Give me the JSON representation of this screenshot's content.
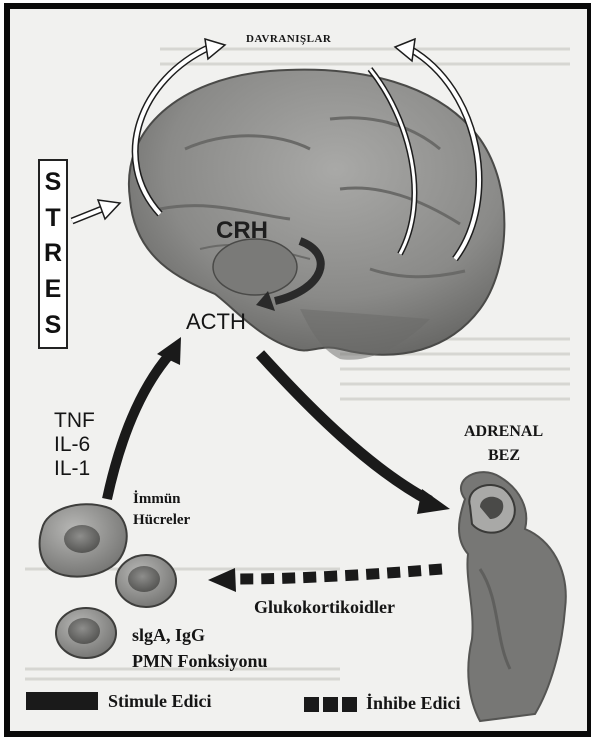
{
  "diagram": {
    "behaviors_label": "DAVRANIŞLAR",
    "stress_letters": [
      "S",
      "T",
      "R",
      "E",
      "S"
    ],
    "crh_label": "CRH",
    "acth_label": "ACTH",
    "cytokines": [
      "TNF",
      "IL-6",
      "IL-1"
    ],
    "immune_cells_label": [
      "İmmün",
      "Hücreler"
    ],
    "adrenal_label": [
      "ADRENAL",
      "BEZ"
    ],
    "glucocorticoid_label": "Glukokortikoidler",
    "effects_label": [
      "slgA, IgG",
      "PMN Fonksiyonu"
    ]
  },
  "legend": {
    "stimulating_label": "Stimule Edici",
    "inhibiting_label": "İnhibe Edici"
  }
}
